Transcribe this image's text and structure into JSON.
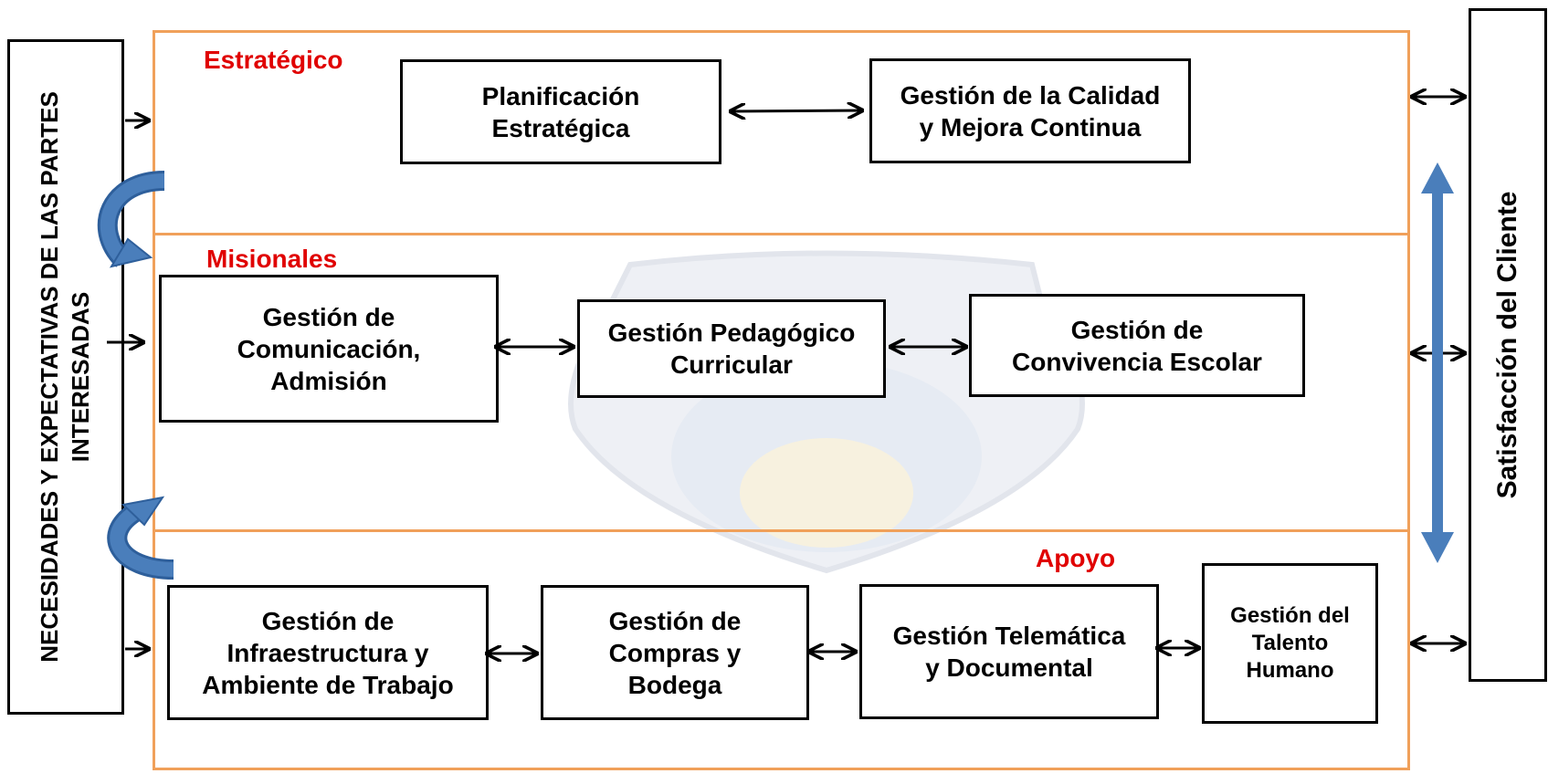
{
  "left_sidebar": {
    "line1": "NECESIDADES Y EXPECTATIVAS DE LAS PARTES",
    "line2": "INTERESADAS"
  },
  "right_sidebar": {
    "label": "Satisfacción del Cliente"
  },
  "sections": {
    "strategic": {
      "title": "Estratégico"
    },
    "missional": {
      "title": "Misionales"
    },
    "support": {
      "title": "Apoyo"
    }
  },
  "processes": {
    "planificacion": {
      "l1": "Planificación",
      "l2": "Estratégica"
    },
    "calidad": {
      "l1": "Gestión de la Calidad",
      "l2": "y Mejora Continua"
    },
    "comunicacion": {
      "l1": "Gestión de",
      "l2": "Comunicación,",
      "l3": "Admisión"
    },
    "pedagogico": {
      "l1": "Gestión Pedagógico",
      "l2": "Curricular"
    },
    "convivencia": {
      "l1": "Gestión de",
      "l2": "Convivencia Escolar"
    },
    "infraestructura": {
      "l1": "Gestión de",
      "l2": "Infraestructura y",
      "l3": "Ambiente de Trabajo"
    },
    "compras": {
      "l1": "Gestión de",
      "l2": "Compras y",
      "l3": "Bodega"
    },
    "telematica": {
      "l1": "Gestión Telemática",
      "l2": "y Documental"
    },
    "talento": {
      "l1": "Gestión del",
      "l2": "Talento",
      "l3": "Humano"
    }
  },
  "colors": {
    "band_border": "#f0a05a",
    "section_title": "#e00000",
    "blue_arrow": "#4a7ebb"
  },
  "icons": [
    "double-arrow-icon",
    "right-arrow-icon",
    "curved-arrow-icon",
    "vertical-double-arrow-icon",
    "crest-watermark-icon"
  ]
}
